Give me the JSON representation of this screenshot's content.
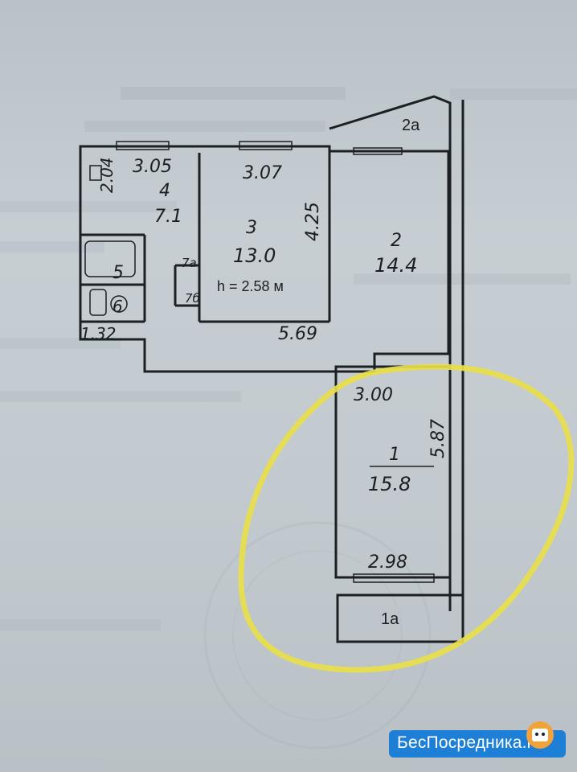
{
  "plan": {
    "ceiling_height": "h = 2.58 м",
    "balconies": {
      "b1": "1а",
      "b2": "2а"
    },
    "rooms": {
      "r1": {
        "num": "1",
        "area": "15.8",
        "w_top": "3.00",
        "len": "5.87",
        "w_bot": "2.98"
      },
      "r2": {
        "num": "2",
        "area": "14.4"
      },
      "r3": {
        "num": "3",
        "area": "13.0",
        "w": "3.07",
        "len": "4.25"
      },
      "kitchen": {
        "num": "4",
        "area": "7.1",
        "w": "3.05",
        "len": "2.04"
      },
      "bath": {
        "num": "5"
      },
      "wc": {
        "num": "6"
      },
      "closet": {
        "num": "7а"
      },
      "corridor": {
        "num": "7б",
        "len": "5.69",
        "w": "1.32"
      }
    }
  },
  "watermark": {
    "brand": "БесПосредника",
    "tld": ".ru"
  },
  "colors": {
    "highlight": "#e8de4a",
    "brand": "#1d80d6",
    "ink": "#1c1f23"
  }
}
